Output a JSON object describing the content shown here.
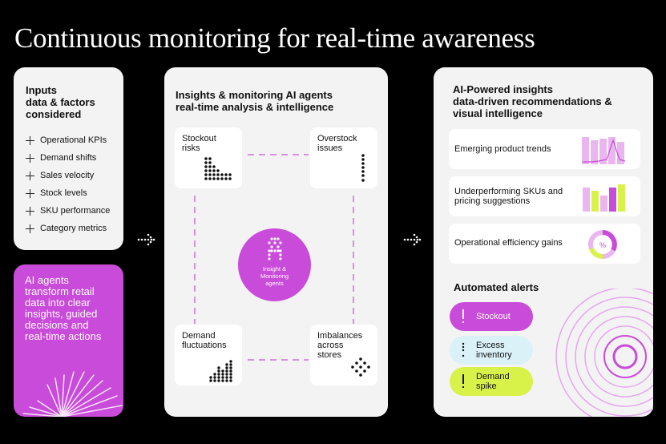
{
  "title": "Continuous monitoring for real-time awareness",
  "inputs": {
    "heading_1": "Inputs",
    "heading_2": "data & factors",
    "heading_3": "considered",
    "items": [
      "Operational KPIs",
      "Demand shifts",
      "Sales velocity",
      "Stock levels",
      "SKU performance",
      "Category metrics"
    ]
  },
  "purple_card": {
    "lines": [
      "AI agents",
      "transform retail",
      "data into clear",
      "insights, guided",
      "decisions and",
      "real-time actions"
    ]
  },
  "middle": {
    "heading_1": "Insights & monitoring AI agents",
    "heading_2": "real-time analysis & intelligence",
    "nodes": {
      "stockout": [
        "Stockout",
        "risks"
      ],
      "overstock": [
        "Overstock",
        "issues"
      ],
      "demand": [
        "Demand",
        "fluctuations"
      ],
      "imbalances": [
        "Imbalances",
        "across",
        "stores"
      ]
    },
    "center": [
      "Insight &",
      "Monitoring",
      "agents"
    ]
  },
  "right": {
    "heading_1": "AI-Powered insights",
    "heading_2": "data-driven recommendations &",
    "heading_3": "visual intelligence",
    "rows": {
      "trends": "Emerging product trends",
      "underperforming": [
        "Underperforming SKUs and",
        "pricing suggestions"
      ],
      "efficiency": "Operational efficiency gains",
      "percent_symbol": "%"
    },
    "alerts_title": "Automated alerts",
    "alerts": {
      "stockout": [
        "Stockout"
      ],
      "excess": [
        "Excess",
        "inventory"
      ],
      "demand": [
        "Demand",
        "spike"
      ]
    }
  },
  "colors": {
    "background": "#000000",
    "card": "#f3f3f3",
    "purple": "#c94bd9",
    "light_purple": "#e9b6ef",
    "light_blue": "#daf1f8",
    "lime": "#d9f24a"
  }
}
